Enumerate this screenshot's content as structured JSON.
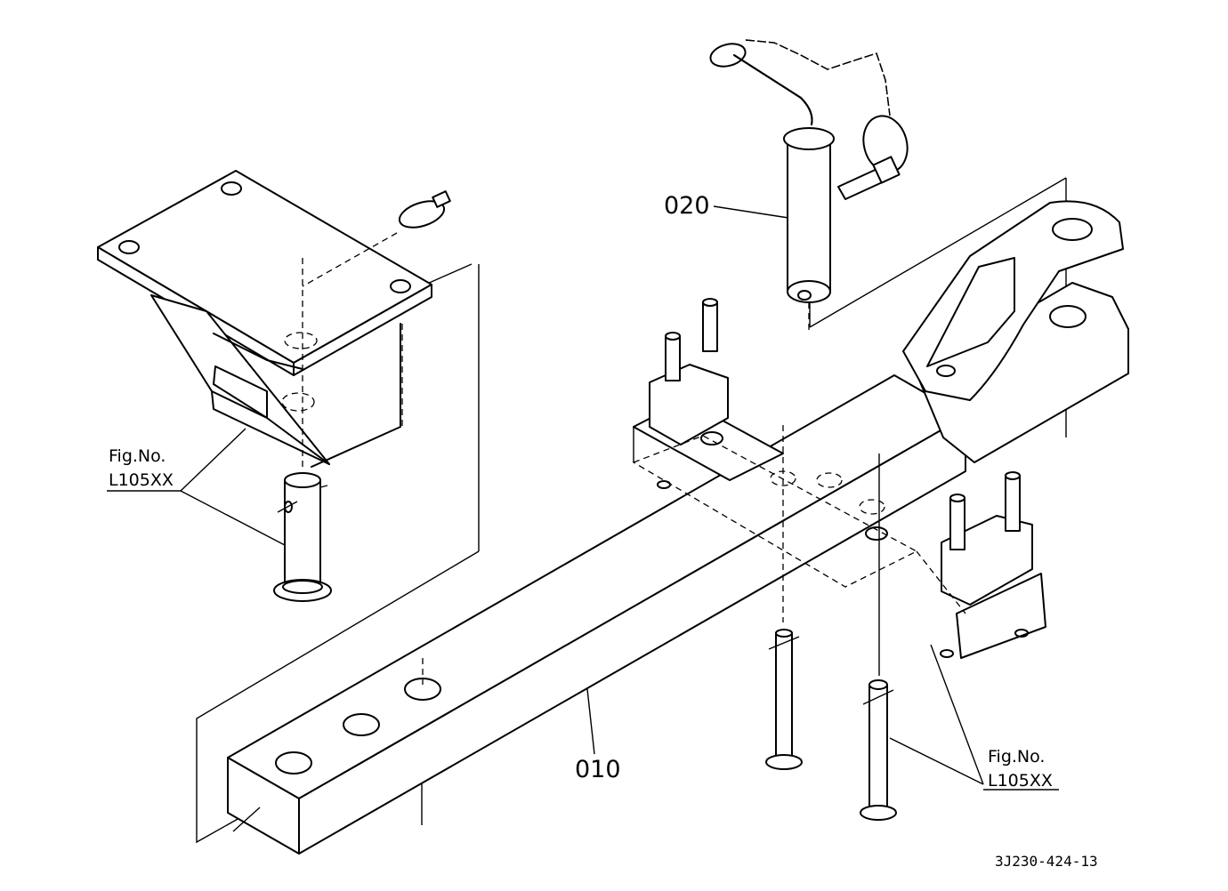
{
  "callouts": {
    "part_010": "010",
    "part_020": "020"
  },
  "figure_refs": {
    "left": {
      "line1": "Fig.No.",
      "line2": "L105XX"
    },
    "right": {
      "line1": "Fig.No.",
      "line2": "L105XX"
    }
  },
  "drawing_code": "3J230-424-13"
}
